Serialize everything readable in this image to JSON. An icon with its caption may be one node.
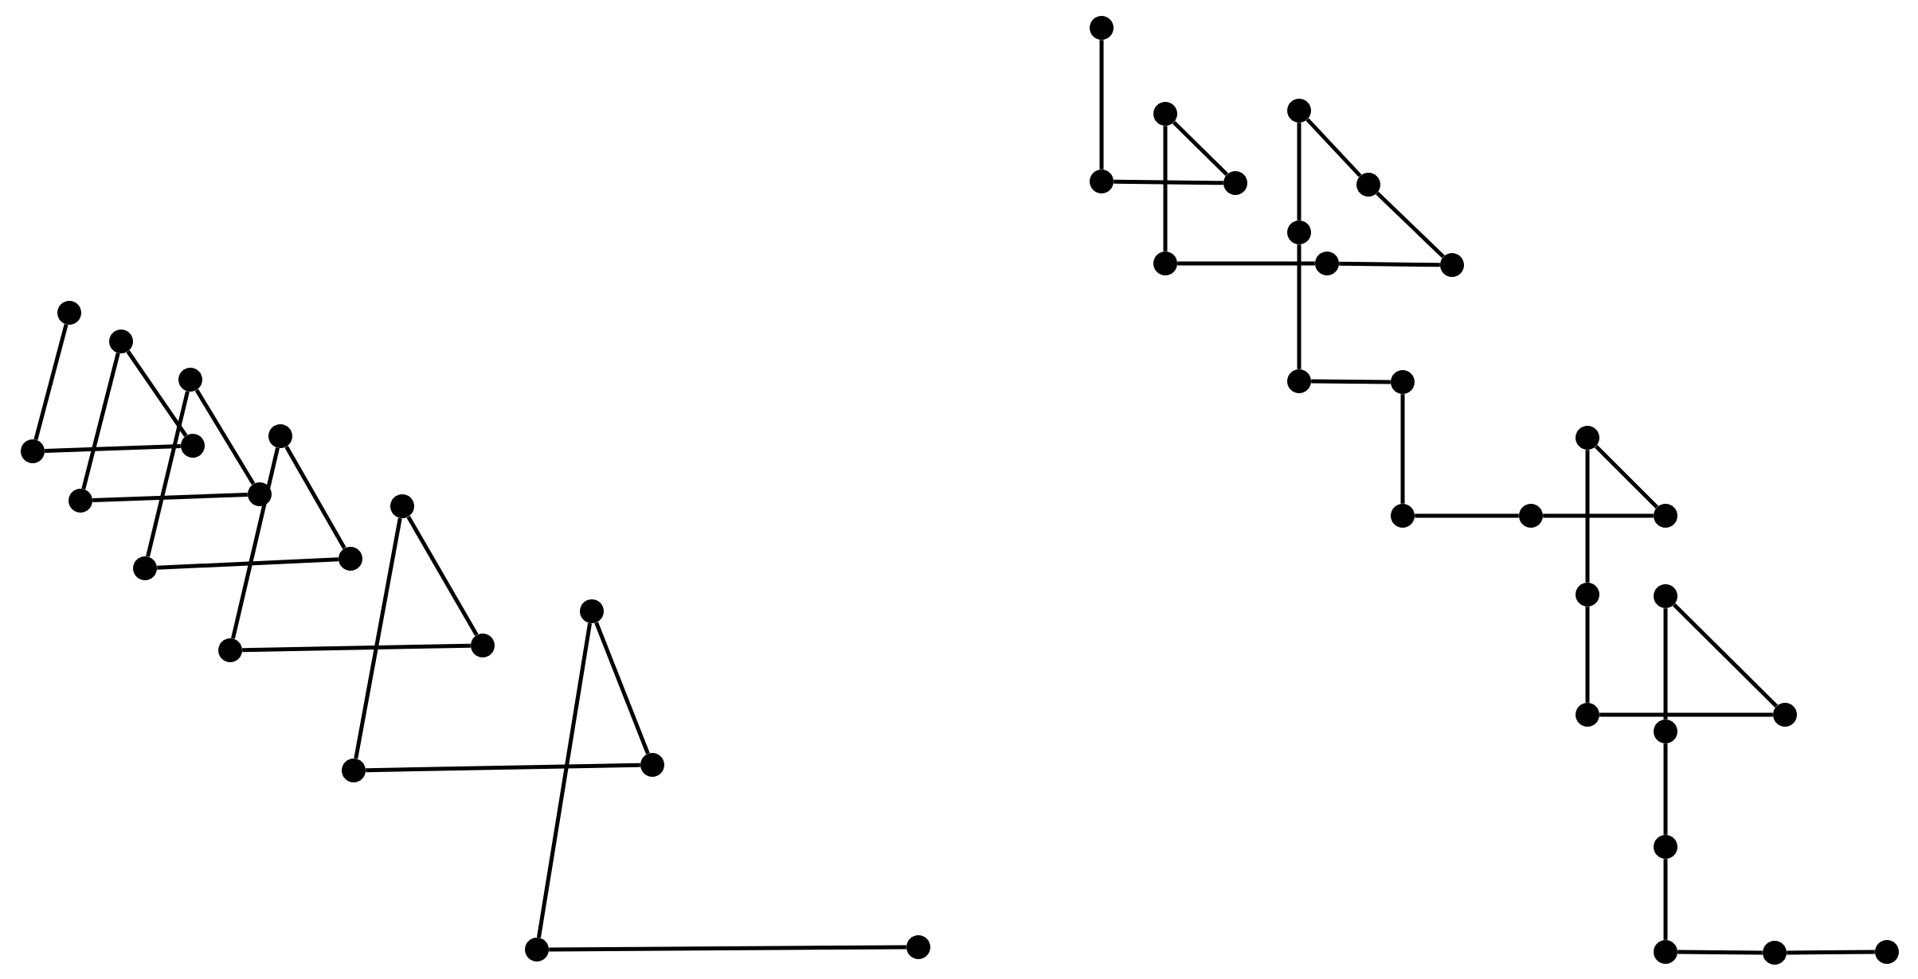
{
  "diagram": {
    "nodes": [
      {
        "text": [],
        "shape": "circle"
      },
      {
        "text": [],
        "shape": "circle"
      },
      {
        "text": [],
        "shape": "circle"
      },
      {
        "text": [],
        "shape": "circle"
      },
      {
        "text": [],
        "shape": "circle"
      },
      {
        "text": [],
        "shape": "circle"
      },
      {
        "text": [],
        "shape": "circle"
      },
      {
        "text": [],
        "shape": "circle"
      },
      {
        "text": [],
        "shape": "circle"
      },
      {
        "text": [],
        "shape": "circle"
      },
      {
        "text": [],
        "shape": "circle"
      },
      {
        "text": [],
        "shape": "circle"
      },
      {
        "text": [],
        "shape": "circle"
      },
      {
        "text": [],
        "shape": "circle"
      },
      {
        "text": [],
        "shape": "circle"
      },
      {
        "text": [],
        "shape": "circle"
      },
      {
        "text": [],
        "shape": "circle"
      },
      {
        "text": [],
        "shape": "circle"
      },
      {
        "text": [],
        "shape": "circle"
      },
      {
        "text": [],
        "shape": "circle"
      },
      {
        "text": [],
        "shape": "circle"
      },
      {
        "text": [],
        "shape": "circle"
      },
      {
        "text": [],
        "shape": "circle"
      },
      {
        "text": [],
        "shape": "circle"
      },
      {
        "text": [],
        "shape": "circle"
      },
      {
        "text": [],
        "shape": "circle"
      },
      {
        "text": [],
        "shape": "circle"
      },
      {
        "text": [],
        "shape": "circle"
      },
      {
        "text": [],
        "shape": "circle"
      },
      {
        "text": [],
        "shape": "circle"
      },
      {
        "text": [],
        "shape": "circle"
      },
      {
        "text": [],
        "shape": "circle"
      },
      {
        "text": [],
        "shape": "circle"
      },
      {
        "text": [],
        "shape": "circle"
      },
      {
        "text": [],
        "shape": "circle"
      },
      {
        "text": [],
        "shape": "circle"
      },
      {
        "text": [],
        "shape": "circle"
      },
      {
        "text": [],
        "shape": "circle"
      },
      {
        "text": [],
        "shape": "circle"
      },
      {
        "text": [],
        "shape": "circle"
      },
      {
        "text": [],
        "shape": "circle"
      },
      {
        "text": [],
        "shape": "circle"
      },
      {
        "text": [],
        "shape": "circle"
      }
    ],
    "edges": [
      {
        "from": 1,
        "to": 0,
        "arrow": "none"
      },
      {
        "from": 0,
        "to": 6,
        "arrow": "none"
      },
      {
        "from": 3,
        "to": 2,
        "arrow": "none"
      },
      {
        "from": 2,
        "to": 8,
        "arrow": "none"
      },
      {
        "from": 3,
        "to": 6,
        "arrow": "none"
      },
      {
        "from": 5,
        "to": 4,
        "arrow": "none"
      },
      {
        "from": 4,
        "to": 10,
        "arrow": "none"
      },
      {
        "from": 5,
        "to": 8,
        "arrow": "none"
      },
      {
        "from": 9,
        "to": 7,
        "arrow": "none"
      },
      {
        "from": 7,
        "to": 13,
        "arrow": "none"
      },
      {
        "from": 9,
        "to": 10,
        "arrow": "none"
      },
      {
        "from": 12,
        "to": 11,
        "arrow": "none"
      },
      {
        "from": 11,
        "to": 16,
        "arrow": "none"
      },
      {
        "from": 12,
        "to": 13,
        "arrow": "none"
      },
      {
        "from": 15,
        "to": 14,
        "arrow": "none"
      },
      {
        "from": 14,
        "to": 17,
        "arrow": "none"
      },
      {
        "from": 15,
        "to": 16,
        "arrow": "none"
      },
      {
        "from": 18,
        "to": 19,
        "arrow": "none"
      },
      {
        "from": 19,
        "to": 22,
        "arrow": "none"
      },
      {
        "from": 20,
        "to": 21,
        "arrow": "none"
      },
      {
        "from": 20,
        "to": 22,
        "arrow": "none"
      },
      {
        "from": 21,
        "to": 26,
        "arrow": "none"
      },
      {
        "from": 26,
        "to": 30,
        "arrow": "none"
      },
      {
        "from": 23,
        "to": 27,
        "arrow": "none"
      },
      {
        "from": 27,
        "to": 30,
        "arrow": "none"
      },
      {
        "from": 23,
        "to": 24,
        "arrow": "none"
      },
      {
        "from": 24,
        "to": 25,
        "arrow": "none"
      },
      {
        "from": 25,
        "to": 28,
        "arrow": "none"
      },
      {
        "from": 28,
        "to": 29,
        "arrow": "none"
      },
      {
        "from": 29,
        "to": 31,
        "arrow": "none"
      },
      {
        "from": 31,
        "to": 35,
        "arrow": "none"
      },
      {
        "from": 32,
        "to": 35,
        "arrow": "none"
      },
      {
        "from": 32,
        "to": 33,
        "arrow": "none"
      },
      {
        "from": 33,
        "to": 34,
        "arrow": "none"
      },
      {
        "from": 34,
        "to": 41,
        "arrow": "none"
      },
      {
        "from": 36,
        "to": 41,
        "arrow": "none"
      },
      {
        "from": 36,
        "to": 37,
        "arrow": "none"
      },
      {
        "from": 37,
        "to": 38,
        "arrow": "none"
      },
      {
        "from": 38,
        "to": 39,
        "arrow": "none"
      },
      {
        "from": 39,
        "to": 40,
        "arrow": "none"
      },
      {
        "from": 40,
        "to": 42,
        "arrow": "none"
      }
    ]
  }
}
